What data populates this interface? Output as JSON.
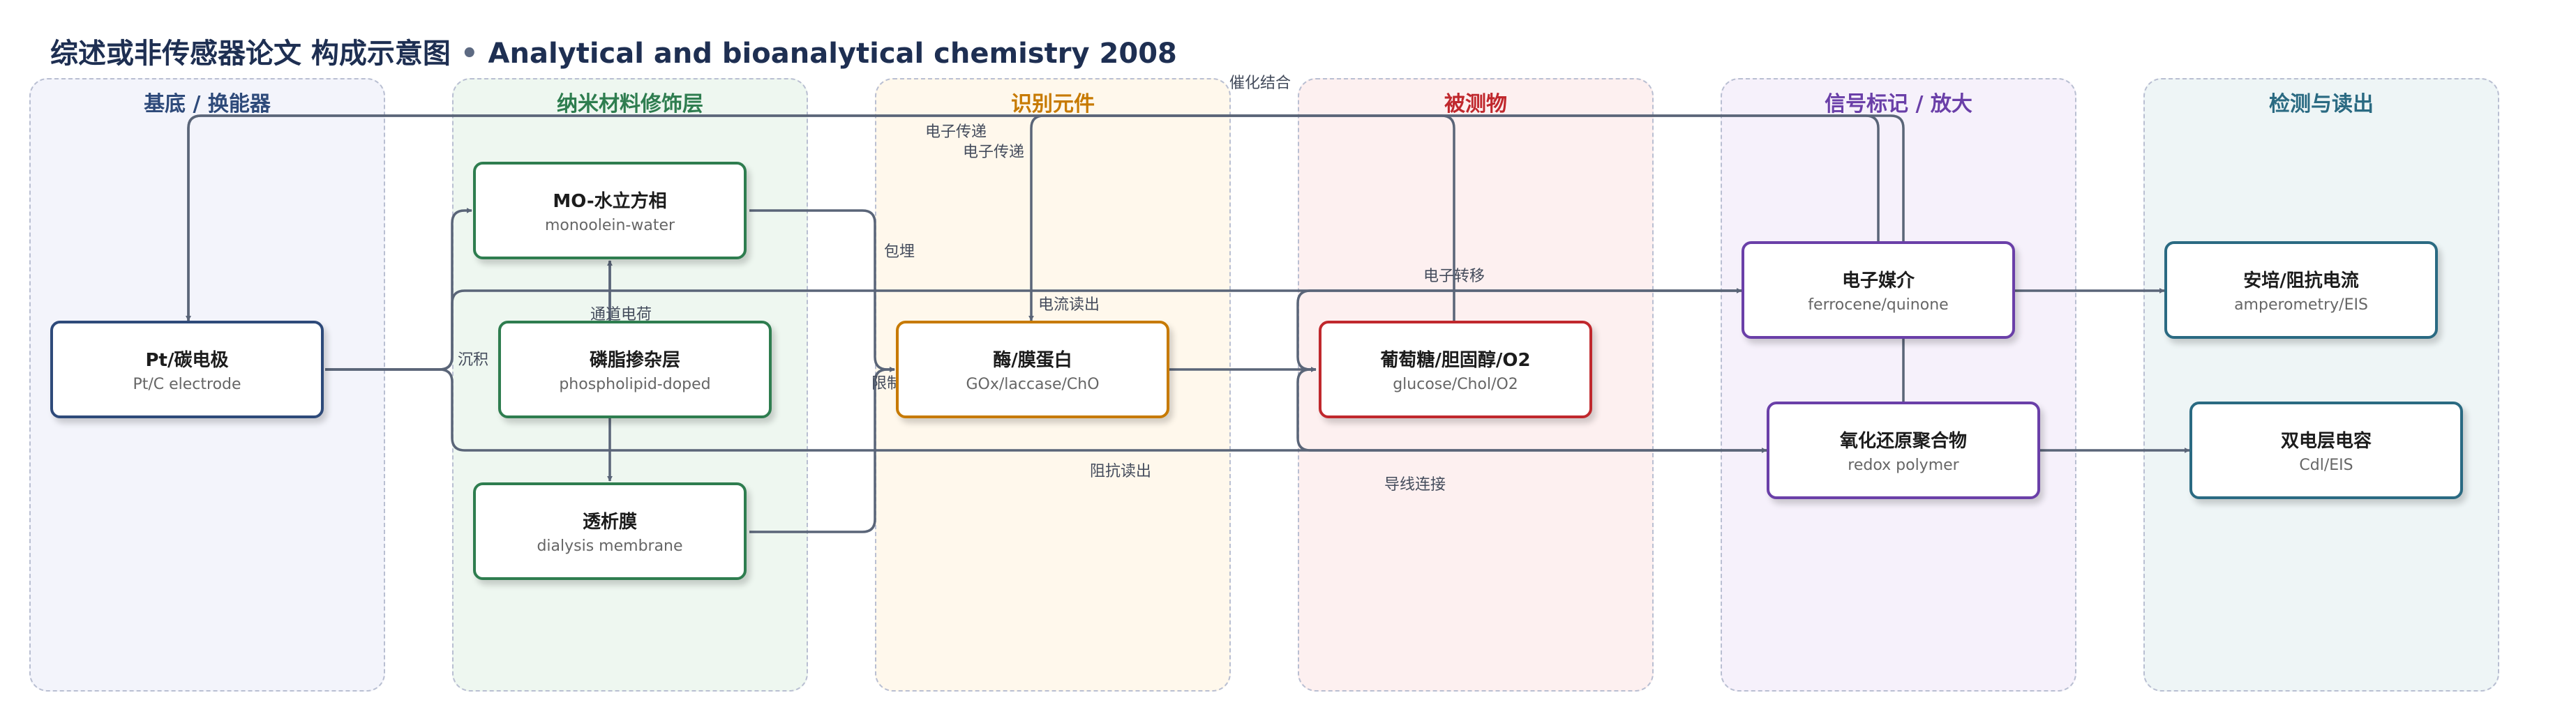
{
  "title": {
    "main": "综述或非传感器论文 构成示意图",
    "separator": "•",
    "source": "Analytical and bioanalytical chemistry 2008"
  },
  "lanes": [
    {
      "id": "substrate",
      "title": "基底 / 换能器",
      "color": "#2e4a7a",
      "bg": "#f3f4fb"
    },
    {
      "id": "nano",
      "title": "纳米材料修饰层",
      "color": "#2e7d4f",
      "bg": "#eef7f0"
    },
    {
      "id": "recog",
      "title": "识别元件",
      "color": "#c77a00",
      "bg": "#fff8ec"
    },
    {
      "id": "analyte",
      "title": "被测物",
      "color": "#c0282d",
      "bg": "#fdf0f0"
    },
    {
      "id": "signal",
      "title": "信号标记 / 放大",
      "color": "#6a3fa8",
      "bg": "#f6f1fb"
    },
    {
      "id": "readout",
      "title": "检测与读出",
      "color": "#2a6a82",
      "bg": "#eef5f6"
    }
  ],
  "nodes": {
    "pt": {
      "title": "Pt/碳电极",
      "sub": "Pt/C electrode",
      "color": "#2e4a7a"
    },
    "mo": {
      "title": "MO-水立方相",
      "sub": "monoolein-water",
      "color": "#2e7d4f"
    },
    "pl": {
      "title": "磷脂掺杂层",
      "sub": "phospholipid-doped",
      "color": "#2e7d4f"
    },
    "dm": {
      "title": "透析膜",
      "sub": "dialysis membrane",
      "color": "#2e7d4f"
    },
    "enz": {
      "title": "酶/膜蛋白",
      "sub": "GOx/laccase/ChO",
      "color": "#c77a00"
    },
    "glu": {
      "title": "葡萄糖/胆固醇/O2",
      "sub": "glucose/Chol/O2",
      "color": "#c0282d"
    },
    "med": {
      "title": "电子媒介",
      "sub": "ferrocene/quinone",
      "color": "#6a3fa8"
    },
    "red": {
      "title": "氧化还原聚合物",
      "sub": "redox polymer",
      "color": "#6a3fa8"
    },
    "amp": {
      "title": "安培/阻抗电流",
      "sub": "amperometry/EIS",
      "color": "#2a6a82"
    },
    "cap": {
      "title": "双电层电容",
      "sub": "Cdl/EIS",
      "color": "#2a6a82"
    }
  },
  "edge_labels": {
    "deposit": "沉积",
    "embed": "包埋",
    "embed2": "包埋",
    "channel_charge": "通道电荷",
    "limit_mass": "限制传质",
    "catalytic": "催化结合",
    "etransfer1": "电子传递",
    "etransfer2": "电子传递",
    "current_read": "电流读出",
    "e_transfer_move": "电子转移",
    "impedance_read": "阻抗读出",
    "wire": "导线连接"
  },
  "edge_color": "#5a6578"
}
